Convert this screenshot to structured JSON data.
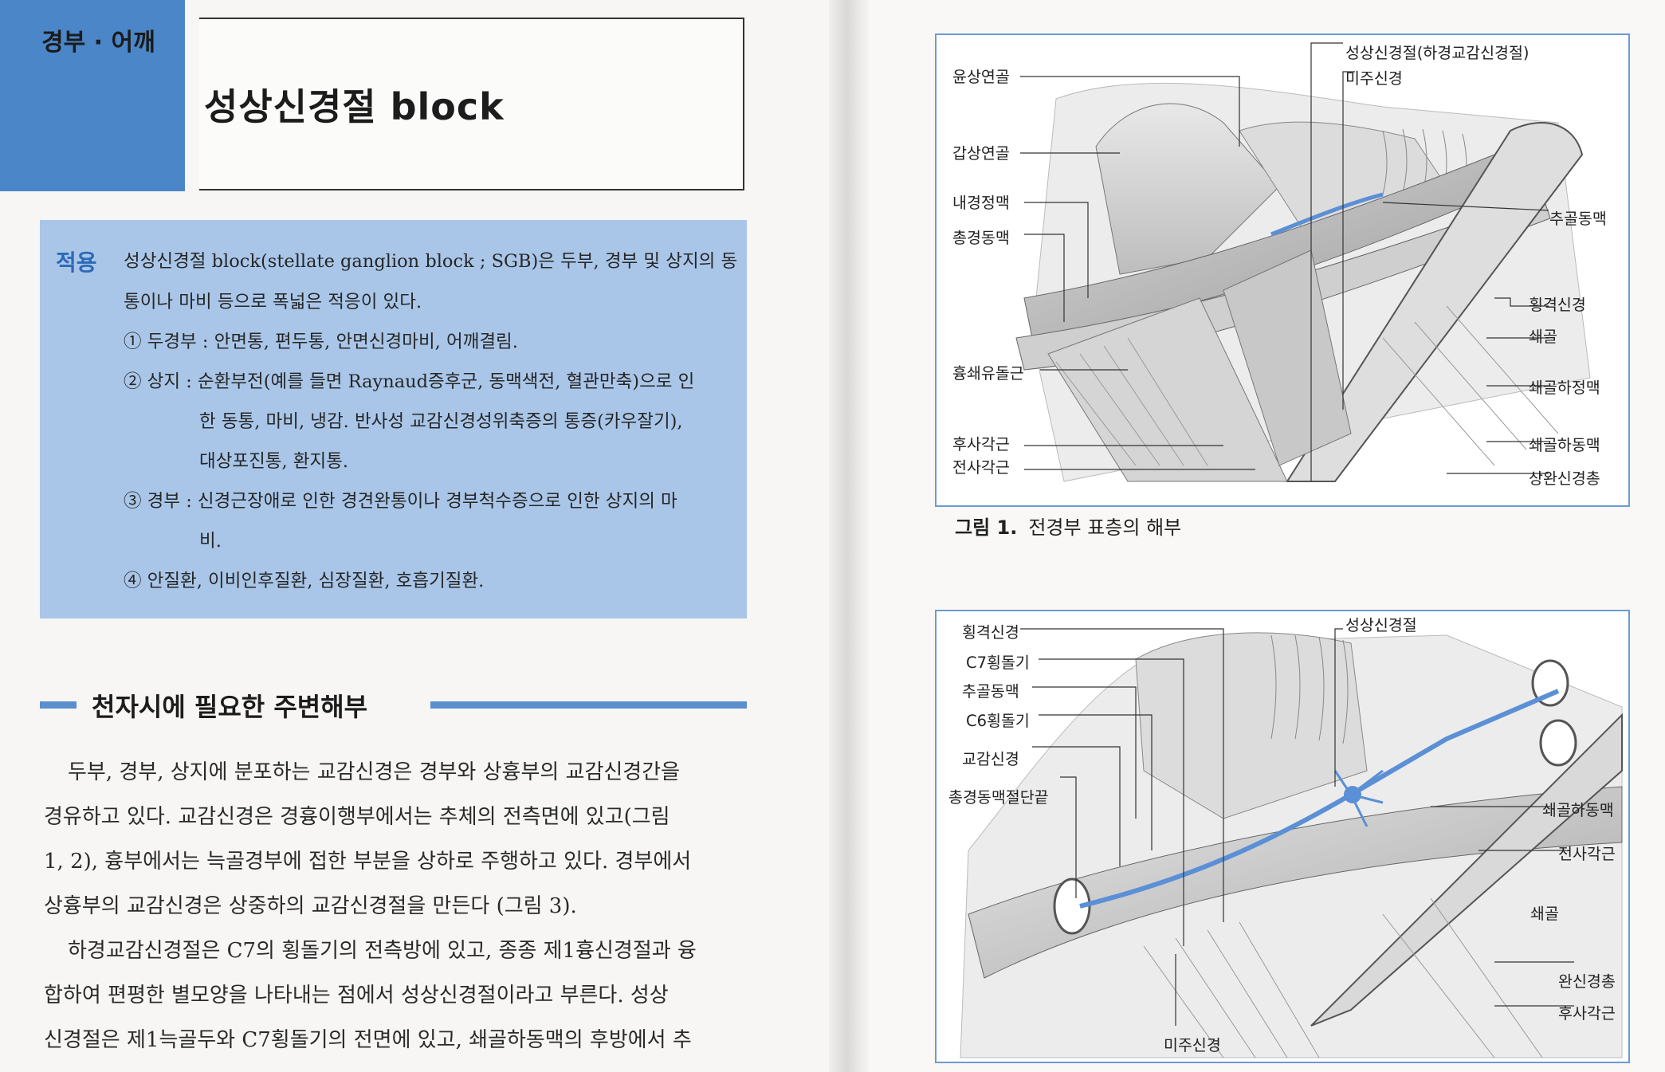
{
  "header": {
    "section_tag": "경부 · 어깨",
    "title": "성상신경절 block"
  },
  "indication": {
    "label": "적용",
    "lines": [
      "성상신경절 block(stellate ganglion block ; SGB)은 두부, 경부 및 상지의 동",
      "통이나 마비 등으로 폭넓은 적응이 있다.",
      "① 두경부 : 안면통, 편두통, 안면신경마비, 어깨결림.",
      "② 상지 : 순환부전(예를 들면 Raynaud증후군, 동맥색전, 혈관만축)으로 인",
      "한 동통, 마비, 냉감. 반사성 교감신경성위축증의 통증(카우잘기),",
      "대상포진통, 환지통.",
      "③ 경부 : 신경근장애로 인한 경견완통이나 경부척수증으로 인한 상지의 마",
      "비.",
      "④ 안질환, 이비인후질환, 심장질환, 호흡기질환."
    ]
  },
  "section": {
    "heading": "천자시에 필요한 주변해부",
    "body_lines": [
      "두부, 경부, 상지에 분포하는 교감신경은 경부와 상흉부의 교감신경간을",
      "경유하고 있다. 교감신경은 경흉이행부에서는 추체의 전측면에 있고(그림",
      "1, 2), 흉부에서는 늑골경부에 접한 부분을 상하로 주행하고 있다. 경부에서",
      "상흉부의 교감신경은 상중하의 교감신경절을 만든다 (그림 3).",
      "하경교감신경절은 C7의 횡돌기의 전측방에 있고, 종종 제1흉신경절과 융",
      "합하여 편평한 별모양을 나타내는 점에서 성상신경절이라고 부른다. 성상",
      "신경절은 제1늑골두와 C7횡돌기의 전면에 있고, 쇄골하동맥의 후방에서 추"
    ]
  },
  "figure1": {
    "caption_num": "그림 1.",
    "caption_text": "전경부 표층의 해부",
    "labels_left": [
      "윤상연골",
      "갑상연골",
      "내경정맥",
      "총경동맥",
      "흉쇄유돌근",
      "후사각근",
      "전사각근"
    ],
    "labels_top": [
      "성상신경절(하경교감신경절)",
      "미주신경"
    ],
    "labels_right": [
      "추골동맥",
      "횡격신경",
      "쇄골",
      "쇄골하정맥",
      "쇄골하동맥",
      "상완신경총"
    ]
  },
  "figure2": {
    "labels_left": [
      "횡격신경",
      "C7횡돌기",
      "추골동맥",
      "C6횡돌기",
      "교감신경",
      "총경동맥절단끝"
    ],
    "labels_top": [
      "성상신경절"
    ],
    "labels_right": [
      "쇄골하동맥",
      "전사각근",
      "쇄골",
      "완신경총",
      "후사각근"
    ],
    "labels_bottom": [
      "미주신경"
    ]
  },
  "colors": {
    "accent_blue": "#4a86c8",
    "box_blue": "#a9c6e8",
    "frame_blue": "#6c9bd2",
    "nerve_blue": "#5b8fd6"
  }
}
